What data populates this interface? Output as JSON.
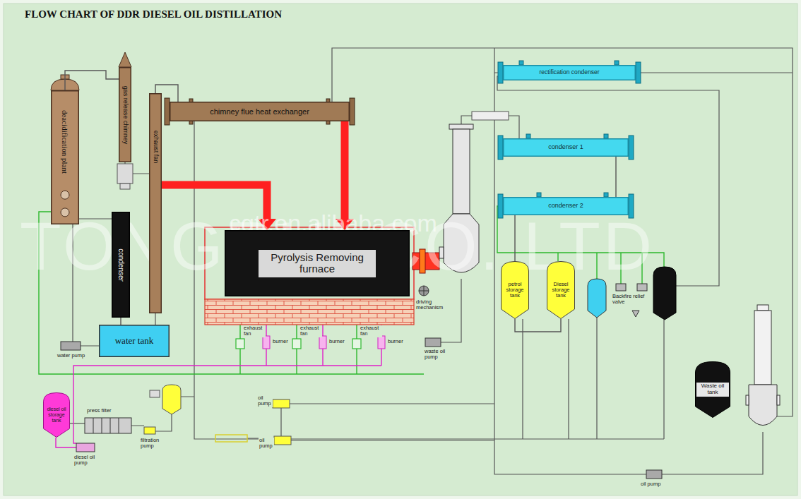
{
  "diagram": {
    "title": "FLOW CHART OF DDR DIESEL OIL DISTILLATION",
    "nodes": [
      {
        "text": [
          "deacidification plant"
        ]
      },
      {
        "text": [
          "gas release chimney"
        ]
      },
      {
        "text": [
          "exhaust fan"
        ]
      },
      {
        "text": [
          "condenser"
        ]
      },
      {
        "text": [
          "water tank"
        ]
      },
      {
        "text": [
          "chimney flue heat exchanger"
        ]
      },
      {
        "text": [
          "Pyrolysis Removing furnace"
        ]
      },
      {
        "text": [
          "rectification condenser"
        ]
      },
      {
        "text": [
          "condenser 1"
        ]
      },
      {
        "text": [
          "condenser 2"
        ]
      },
      {
        "text": [
          "petrol storage tank"
        ]
      },
      {
        "text": [
          "Diesel storage tank"
        ]
      },
      {
        "text": [
          "Waste oil tank"
        ]
      },
      {
        "text": [
          "diesel oil storage tank"
        ]
      }
    ],
    "edges": [
      {
        "from": 0,
        "to": 1,
        "arrow": "none"
      },
      {
        "from": 2,
        "to": 5,
        "arrow": "none"
      },
      {
        "from": 2,
        "to": 6,
        "arrow": "to"
      },
      {
        "from": 5,
        "to": 6,
        "arrow": "to"
      },
      {
        "from": 3,
        "to": 4,
        "arrow": "none"
      },
      {
        "from": 8,
        "to": 9,
        "arrow": "none"
      },
      {
        "from": 9,
        "to": 10,
        "arrow": "none"
      },
      {
        "from": 10,
        "to": 11,
        "arrow": "none"
      }
    ],
    "labels": [
      "exhaust fan",
      "burner",
      "exhaust fan",
      "burner",
      "exhaust fan",
      "burner",
      "driving mechanism",
      "waste oil pump",
      "water pump",
      "Backfire relief valve",
      "press filter",
      "filtration pump",
      "oil pump",
      "oil pump",
      "oil pump",
      "diesel oil pump",
      "cgtr.en.alibaba.com",
      "TONGRUI CO.,LTD"
    ]
  }
}
